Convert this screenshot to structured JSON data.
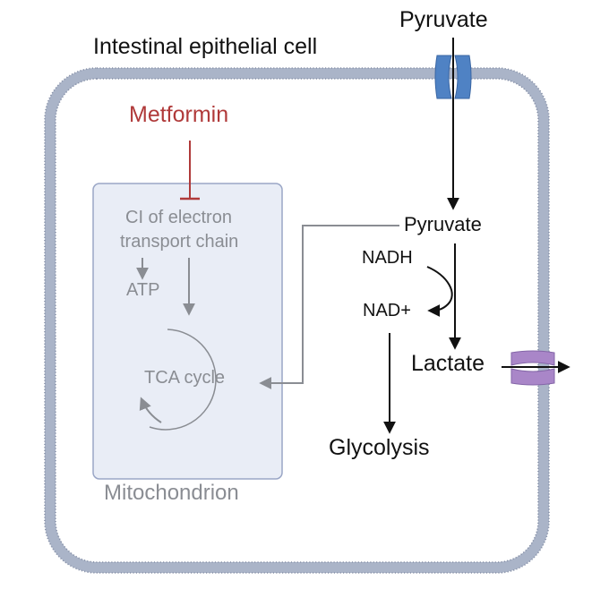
{
  "labels": {
    "cell": "Intestinal epithelial cell",
    "pyruvate_outside": "Pyruvate",
    "metformin": "Metformin",
    "ci_line1": "CI of electron",
    "ci_line2": "transport chain",
    "atp": "ATP",
    "tca": "TCA cycle",
    "mitochondrion": "Mitochondrion",
    "pyruvate_inside": "Pyruvate",
    "nadh": "NADH",
    "nad_plus": "NAD+",
    "lactate": "Lactate",
    "glycolysis": "Glycolysis"
  },
  "colors": {
    "membrane": "#aab4c8",
    "membrane_dash": "#8791a8",
    "mitochondrion_fill": "#e9edf6",
    "mitochondrion_stroke": "#9aa6c6",
    "grey_text": "#8a8d93",
    "inhibitor": "#b03a3a",
    "pyruvate_transporter": "#4f82c4",
    "lactate_transporter": "#a986c8"
  }
}
